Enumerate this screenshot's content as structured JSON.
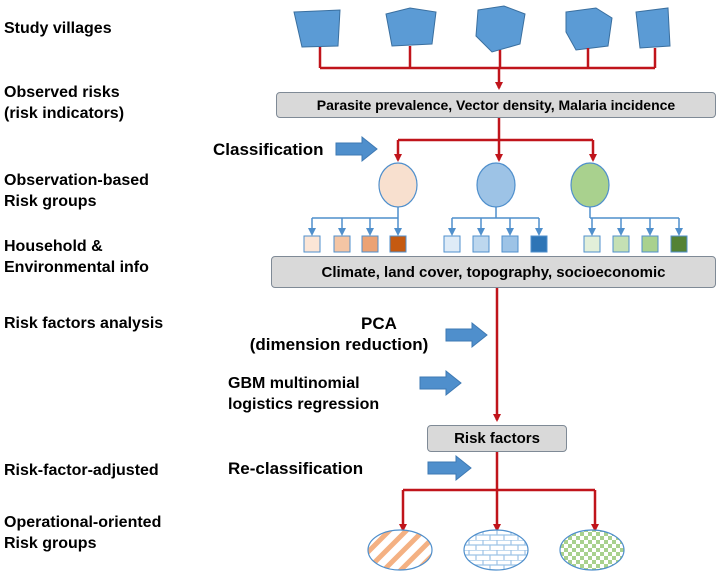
{
  "left_labels": {
    "study_villages": "Study villages",
    "observed_risks_1": "Observed risks",
    "observed_risks_2": "(risk indicators)",
    "observation_groups_1": "Observation-based",
    "observation_groups_2": "Risk groups",
    "household_1": "Household &",
    "household_2": "Environmental info",
    "risk_factors_analysis": "Risk factors analysis",
    "risk_factor_adjusted": "Risk-factor-adjusted",
    "operational_groups_1": "Operational-oriented",
    "operational_groups_2": "Risk groups"
  },
  "mid_labels": {
    "classification": "Classification",
    "pca_1": "PCA",
    "pca_2": "(dimension reduction)",
    "gbm_1": "GBM multinomial",
    "gbm_2": "logistics regression",
    "reclassification": "Re-classification"
  },
  "boxes": {
    "risk_indicators": "Parasite prevalence, Vector density, Malaria incidence",
    "environment": "Climate, land cover, topography, socioeconomic",
    "risk_factors": "Risk factors"
  },
  "colors": {
    "connector": "#c0141b",
    "arrow_blue": "#4f8fcc",
    "village_blue": "#5b9bd5",
    "group_peach": "#f8e0cf",
    "group_blue": "#9dc3e6",
    "group_green": "#a9d18e",
    "box_fill": "#d9d9d9"
  },
  "groups": [
    {
      "name": "peach",
      "shades": [
        "#fbe5d6",
        "#f4c5a4",
        "#eba274",
        "#c55a11"
      ]
    },
    {
      "name": "blue",
      "shades": [
        "#deebf7",
        "#bdd7ee",
        "#9dc3e6",
        "#2e75b6"
      ]
    },
    {
      "name": "green",
      "shades": [
        "#e2efd9",
        "#c5e0b4",
        "#a9d18e",
        "#548235"
      ]
    }
  ]
}
